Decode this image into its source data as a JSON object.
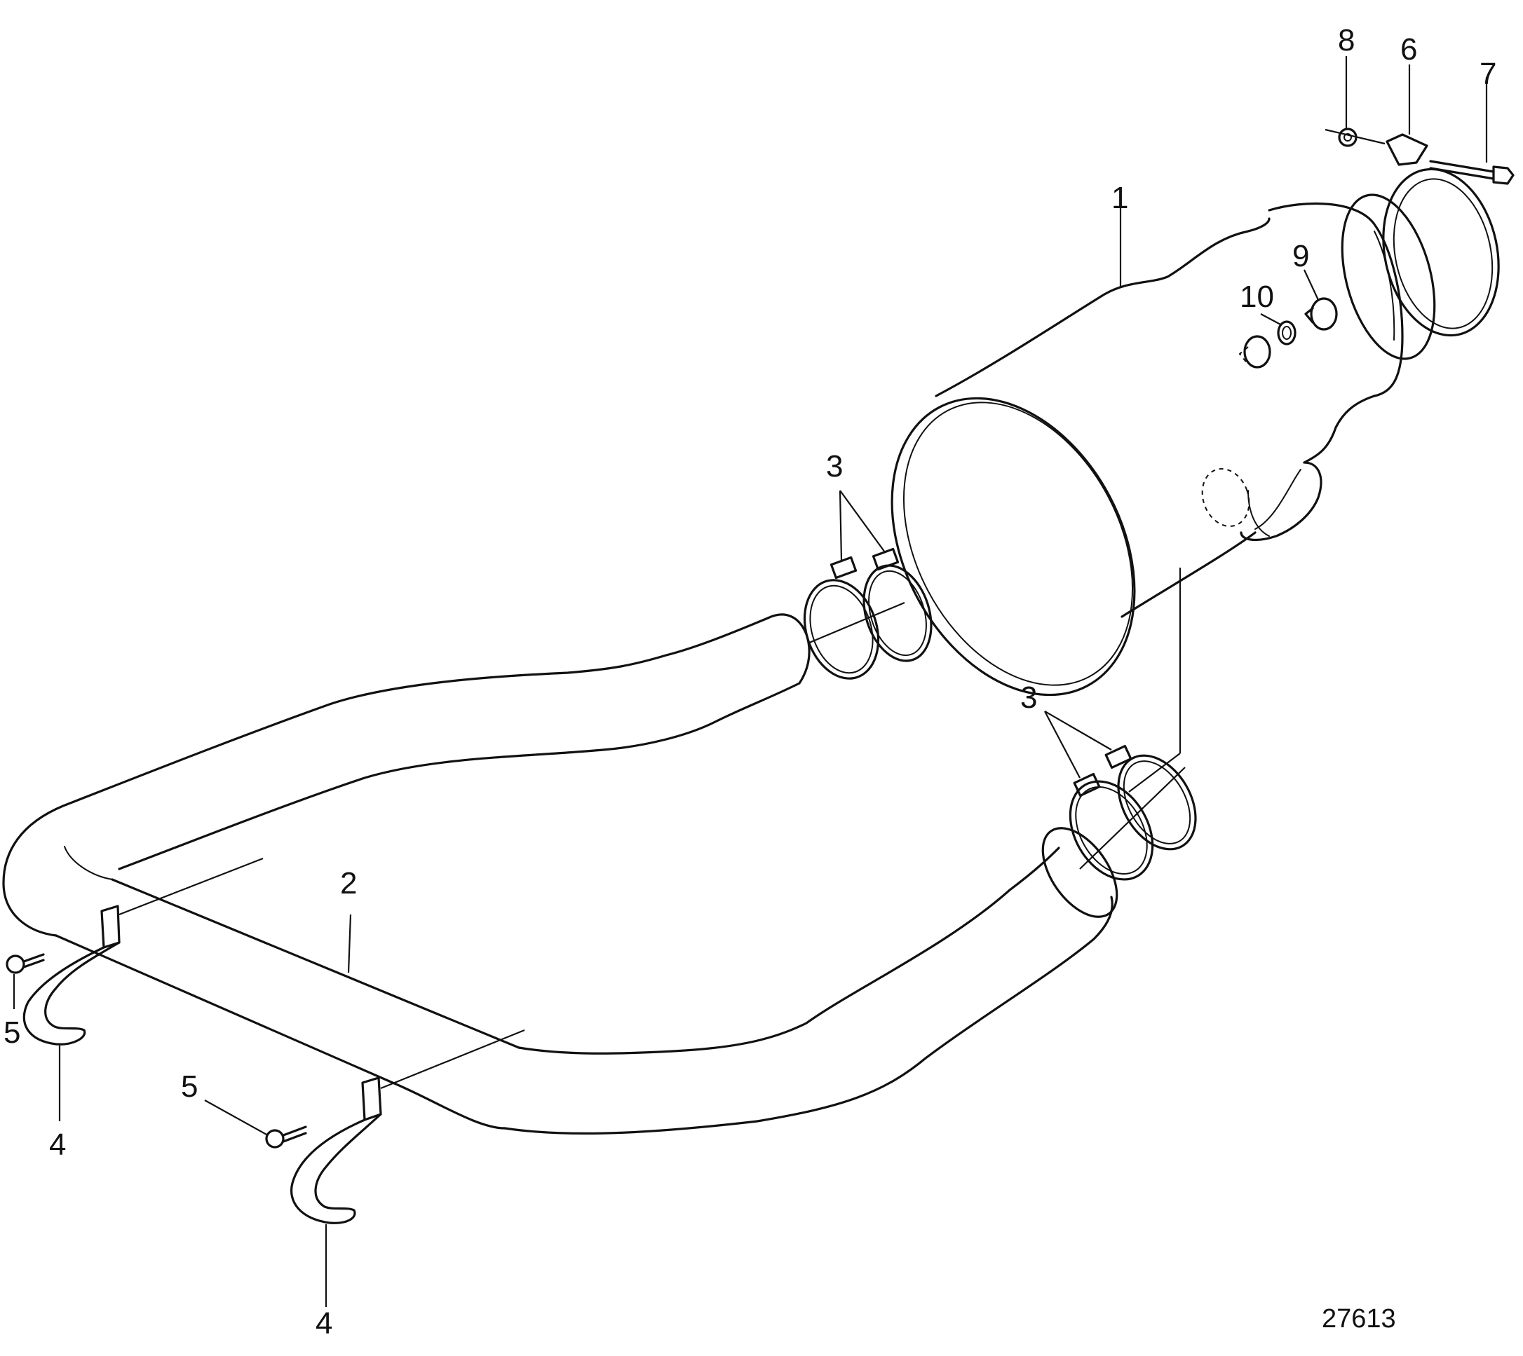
{
  "diagram": {
    "callouts": {
      "main_component": "1",
      "pipe": "2",
      "clamp_upper": "3",
      "clamp_lower": "3",
      "bracket_left": "4",
      "bracket_bottom": "4",
      "screw_left": "5",
      "screw_bottom": "5",
      "band_clamp": "6",
      "bolt": "7",
      "nut": "8",
      "plug": "9",
      "washer": "10"
    },
    "reference_number": "27613"
  }
}
